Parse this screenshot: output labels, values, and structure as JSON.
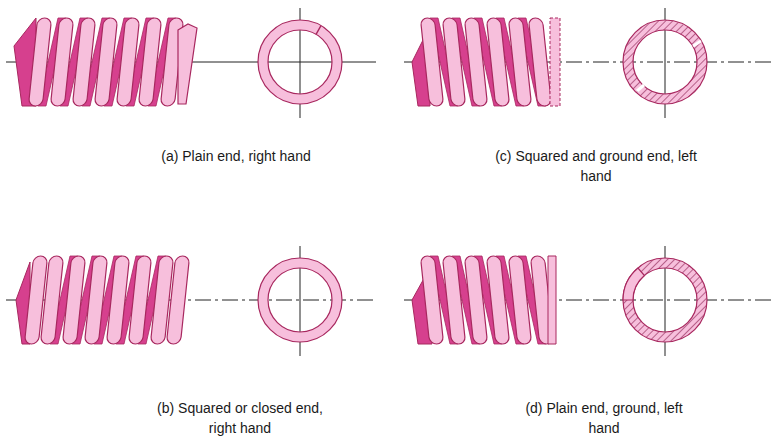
{
  "diagram": {
    "labels": [
      "(a) Plain end, right hand",
      "(c) Squared and ground end, left hand",
      "(b) Squared or closed end, right hand",
      "(d) Plain end, ground, left hand"
    ]
  }
}
